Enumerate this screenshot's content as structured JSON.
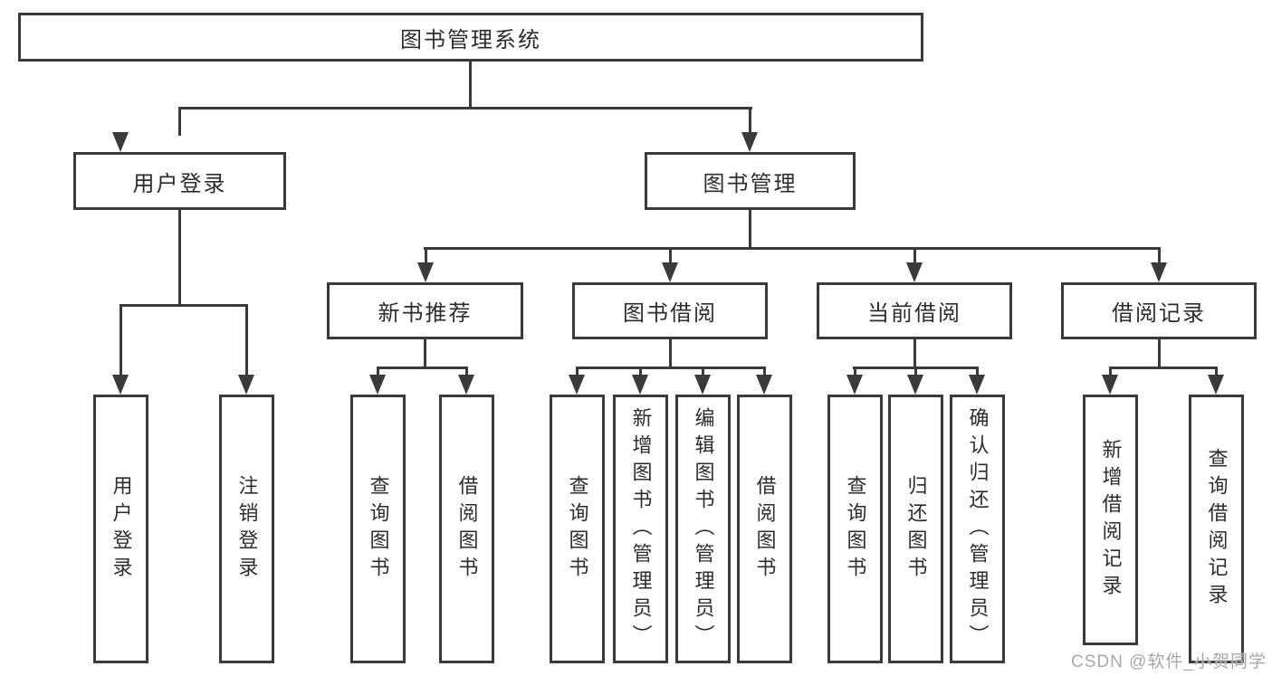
{
  "colors": {
    "line": "#3a3a3a",
    "box_border": "#3a3a3a",
    "text": "#2d2d2d",
    "watermark": "#a8a8a8",
    "background": "#ffffff"
  },
  "root": {
    "label": "图书管理系统"
  },
  "level2": {
    "user_login": {
      "label": "用户登录"
    },
    "book_mgmt": {
      "label": "图书管理"
    }
  },
  "level3": {
    "new_book_rec": {
      "label": "新书推荐"
    },
    "book_borrow": {
      "label": "图书借阅"
    },
    "current_borrow": {
      "label": "当前借阅"
    },
    "borrow_records": {
      "label": "借阅记录"
    }
  },
  "leaves": {
    "user_login_1": {
      "label": "用户登录"
    },
    "user_login_2": {
      "label": "注销登录"
    },
    "new_book_1": {
      "label": "查询图书"
    },
    "new_book_2": {
      "label": "借阅图书"
    },
    "borrow_1": {
      "label": "查询图书"
    },
    "borrow_2": {
      "label": "新增图书（管理员）"
    },
    "borrow_3": {
      "label": "编辑图书（管理员）"
    },
    "borrow_4": {
      "label": "借阅图书"
    },
    "current_1": {
      "label": "查询图书"
    },
    "current_2": {
      "label": "归还图书"
    },
    "current_3": {
      "label": "确认归还（管理员）"
    },
    "records_1": {
      "label": "新增借阅记录"
    },
    "records_2": {
      "label": "查询借阅记录"
    }
  },
  "watermark": {
    "text": "CSDN @软件_小贺同学"
  }
}
